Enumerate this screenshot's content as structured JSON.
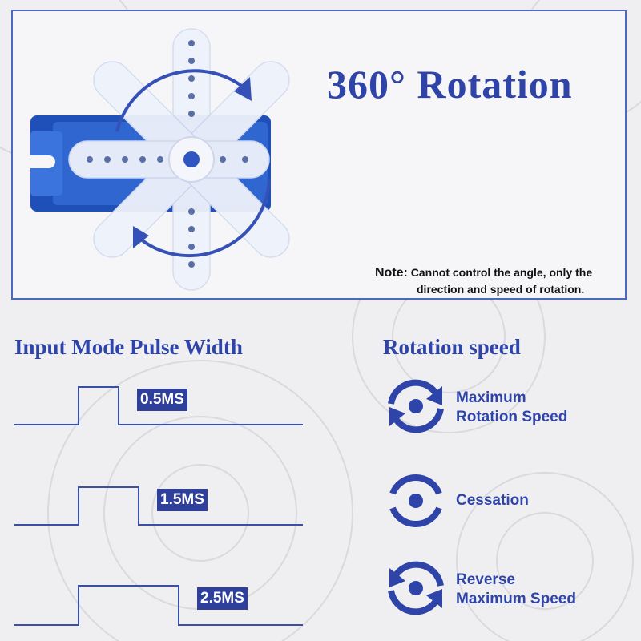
{
  "header": {
    "title": "360° Rotation",
    "note_label": "Note:",
    "note_line1": "Cannot control the angle, only the",
    "note_line2": "direction and speed of rotation."
  },
  "pulse_section": {
    "title": "Input Mode Pulse Width",
    "items": [
      {
        "label": "0.5MS"
      },
      {
        "label": "1.5MS"
      },
      {
        "label": "2.5MS"
      }
    ]
  },
  "speed_section": {
    "title": "Rotation speed",
    "items": [
      {
        "line1": "Maximum",
        "line2": "Rotation Speed",
        "icon": "clockwise-rotation-icon"
      },
      {
        "line1": "Cessation",
        "line2": "",
        "icon": "stopped-rotation-icon"
      },
      {
        "line1": "Reverse",
        "line2": "Maximum Speed",
        "icon": "counterclockwise-rotation-icon"
      }
    ]
  },
  "colors": {
    "accent": "#2f44a8",
    "panel_border": "#4a6ac0",
    "label_bg": "#2f3f9c",
    "background": "#efeff1"
  }
}
